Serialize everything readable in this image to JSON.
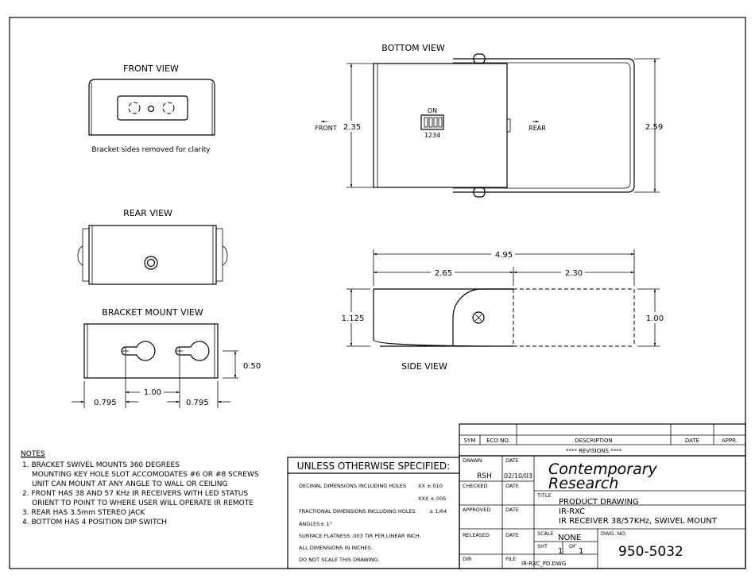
{
  "views": {
    "front": {
      "title": "FRONT VIEW",
      "caption": "Bracket sides removed for clarity"
    },
    "rear": {
      "title": "REAR VIEW"
    },
    "bracket": {
      "title": "BRACKET MOUNT VIEW",
      "dim_spacing": "1.00",
      "dim_left": "0.795",
      "dim_right": "0.795",
      "dim_height": "0.50"
    },
    "bottom": {
      "title": "BOTTOM VIEW",
      "front_label": "FRONT",
      "rear_label": "REAR",
      "switch_label": "ON",
      "switch_numbers": "1234",
      "dim_left": "2.35",
      "dim_right": "2.59"
    },
    "side": {
      "title": "SIDE VIEW",
      "dim_total": "4.95",
      "dim_left": "2.65",
      "dim_right": "2.30",
      "dim_height_left": "1.125",
      "dim_height_right": "1.00"
    }
  },
  "notes": {
    "title": "NOTES",
    "lines": [
      "1. BRACKET SWIVEL MOUNTS 360 DEGREES",
      "MOUNTING KEY HOLE SLOT ACCOMODATES #6 OR #8 SCREWS",
      "UNIT CAN MOUNT AT ANY ANGLE TO WALL OR CEILING",
      "2. FRONT HAS 38 AND 57 KHz IR RECEIVERS WITH LED STATUS",
      "ORIENT TO POINT TO WHERE USER WILL OPERATE IR REMOTE",
      "3. REAR HAS 3.5mm STEREO JACK",
      "4. BOTTOM HAS 4 POSITION DIP SWITCH"
    ]
  },
  "tolerances": {
    "title": "UNLESS OTHERWISE SPECIFIED:",
    "decimal": "DECIMAL DIMENSIONS INCLUDING HOLES",
    "xx": "XX ±.010",
    "xxx": "XXX ±.005",
    "fractional": "FRACTIONAL DIMENSIONS INCLUDING HOLES",
    "fractional_val": "± 1/64",
    "angles": "ANGLES",
    "angles_val": "± 1°",
    "flatness": "SURFACE FLATNESS .003 TIR PER LINEAR INCH.",
    "inches": "ALL DIMENSIONS IN INCHES.",
    "noscale": "DO NOT SCALE THIS DRAWING."
  },
  "revisions": {
    "sym": "SYM",
    "eco": "ECO NO.",
    "description": "DESCRIPTION",
    "date": "DATE",
    "appr": "APPR.",
    "banner": "**** REVISIONS ****"
  },
  "title_block": {
    "drawn_label": "DRAWN",
    "drawn_by": "RSH",
    "date_label": "DATE",
    "drawn_date": "02/10/03",
    "checked_label": "CHECKED",
    "approved_label": "APPROVED",
    "released_label": "RELEASED",
    "dir_label": "DIR",
    "file_label": "FILE",
    "file_name": "IR-RXC_PD.DWG",
    "company_line1": "Contemporary",
    "company_line2": "Research",
    "title_label": "TITLE",
    "title_line1": "PRODUCT DRAWING",
    "title_line2": "IR-RXC",
    "title_line3": "IR RECEIVER 38/57KHz, SWIVEL MOUNT",
    "scale_label": "SCALE",
    "scale_value": "NONE",
    "sht_label": "SHT",
    "of_label": "OF",
    "sht_value": "1",
    "sht_total": "1",
    "dwg_label": "DWG. NO.",
    "dwg_no": "950-5032"
  }
}
